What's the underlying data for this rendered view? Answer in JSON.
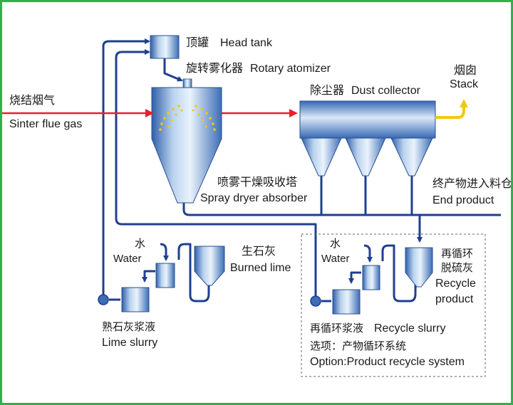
{
  "labels": {
    "head_tank_cn": "顶罐",
    "head_tank_en": "Head tank",
    "rotary_atomizer_cn": "旋转雾化器",
    "rotary_atomizer_en": "Rotary atomizer",
    "sinter_flue_gas_cn": "烧结烟气",
    "sinter_flue_gas_en": "Sinter flue gas",
    "dust_collector_cn": "除尘器",
    "dust_collector_en": "Dust collector",
    "stack_cn": "烟囱",
    "stack_en": "Stack",
    "spray_dryer_cn": "喷雾干燥吸收塔",
    "spray_dryer_en": "Spray dryer absorber",
    "end_product_cn": "终产物进入料仓",
    "end_product_en": "End product",
    "water_cn_left": "水",
    "water_en_left": "Water",
    "burned_lime_cn": "生石灰",
    "burned_lime_en": "Burned lime",
    "lime_slurry_cn": "熟石灰浆液",
    "lime_slurry_en": "Lime slurry",
    "water_cn_right": "水",
    "water_en_right": "Water",
    "recycle_product_cn_1": "再循环",
    "recycle_product_cn_2": "脱硫灰",
    "recycle_product_en_1": "Recycle",
    "recycle_product_en_2": "product",
    "recycle_slurry_cn": "再循环浆液",
    "recycle_slurry_en": "Recycle slurry",
    "option_cn": "选项：产物循环系统",
    "option_en": "Option:Product recycle system"
  },
  "colors": {
    "border": "#2bb24c",
    "pipe": "#1f3f8f",
    "flue_gas_arrow": "#e8202a",
    "stack_arrow": "#f2c811",
    "atomizer_spray": "#f2c811"
  }
}
